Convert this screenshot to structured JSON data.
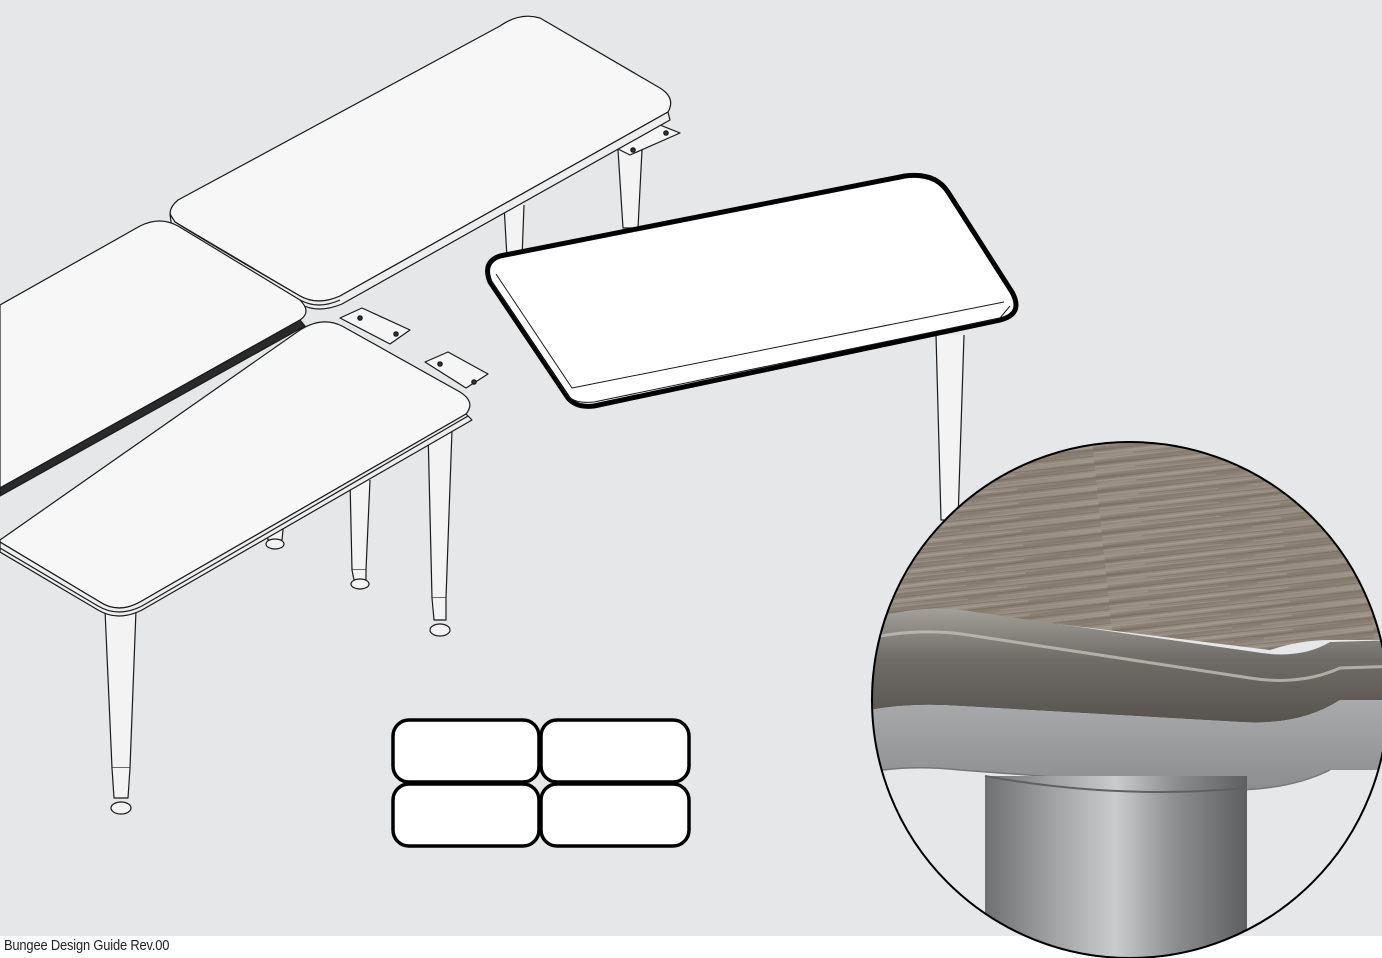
{
  "footer": {
    "caption": "Bungee Design Guide Rev.00"
  },
  "colors": {
    "background": "#e6e7e8",
    "line": "#1a1a1a",
    "highlight_outline": "#000000",
    "wood_base": "#8a7f73",
    "edge_band": "#8c8883",
    "metal_leg": "#a6a8aa"
  },
  "scene": {
    "tables_in_assembly": 3,
    "top_view_tiles": 4
  }
}
